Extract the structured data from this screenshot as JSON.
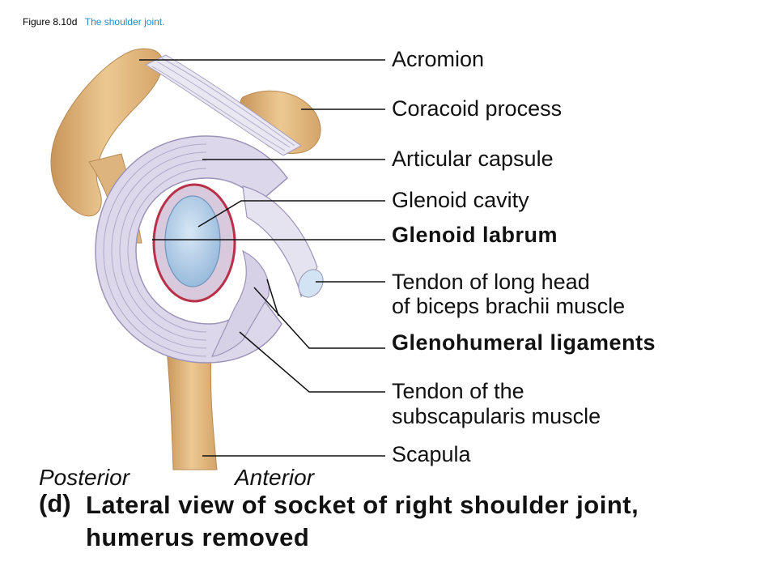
{
  "figure": {
    "number": "Figure 8.10d",
    "title": "The shoulder joint."
  },
  "labels": {
    "acromion": "Acromion",
    "coracoid_process": "Coracoid process",
    "articular_capsule": "Articular capsule",
    "glenoid_cavity": "Glenoid cavity",
    "glenoid_labrum": "Glenoid labrum",
    "biceps_tendon_line1": "Tendon of long head",
    "biceps_tendon_line2": "of biceps brachii muscle",
    "glenohumeral_ligaments": "Glenohumeral ligaments",
    "subscapularis_line1": "Tendon of the",
    "subscapularis_line2": "subscapularis muscle",
    "scapula": "Scapula"
  },
  "orientation": {
    "posterior": "Posterior",
    "anterior": "Anterior"
  },
  "caption": {
    "letter": "(d)",
    "text": "Lateral view of socket of right shoulder joint, humerus removed"
  },
  "colors": {
    "bone": "#e2b87a",
    "bone_shadow": "#c8955a",
    "ligament": "#ddd8ea",
    "ligament_stroke": "#9c93b8",
    "labrum": "#b8304a",
    "cavity": "#a9c9e6",
    "title_blue": "#1a8fc9"
  }
}
